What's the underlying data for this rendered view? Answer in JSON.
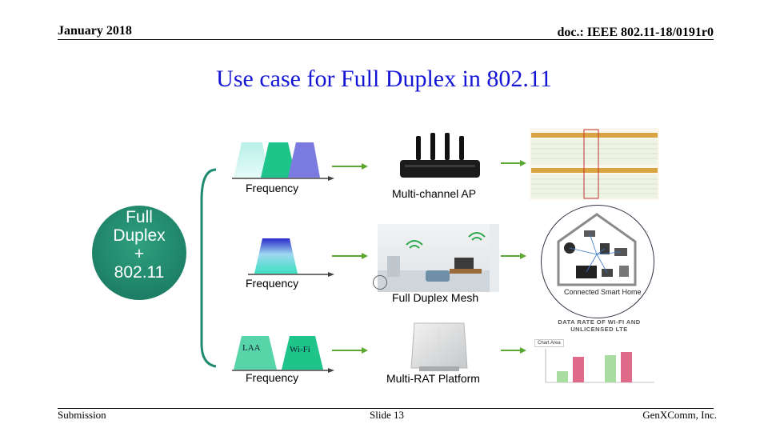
{
  "header": {
    "date": "January 2018",
    "doc_id": "doc.: IEEE 802.11-18/0191r0"
  },
  "title": "Use case for Full Duplex in 802.11",
  "hub": {
    "line1": "Full",
    "line2": "Duplex",
    "line3": "+",
    "line4": "802.11",
    "color": "#1f8a70"
  },
  "rows": [
    {
      "freq_label": "Frequency",
      "device_label": "Multi-channel AP"
    },
    {
      "freq_label": "Frequency",
      "device_label": "Full Duplex Mesh"
    },
    {
      "freq_label": "Frequency",
      "device_label": "Multi-RAT Platform",
      "band_a": "LAA",
      "band_b": "Wi-Fi"
    }
  ],
  "smart_home_caption": "Connected Smart Home",
  "chart_title_line1": "DATA RATE OF WI-FI AND",
  "chart_title_line2": "UNLICENSED LTE",
  "chart_area_label": "Chart Area",
  "footer": {
    "left": "Submission",
    "center": "Slide 13",
    "right": "GenXComm, Inc."
  },
  "colors": {
    "title": "#1515d6",
    "arrow": "#5aa832",
    "band_blue": "#7a7ae0",
    "band_green": "#1ec48a",
    "band_teal": "#9fe8e0"
  }
}
